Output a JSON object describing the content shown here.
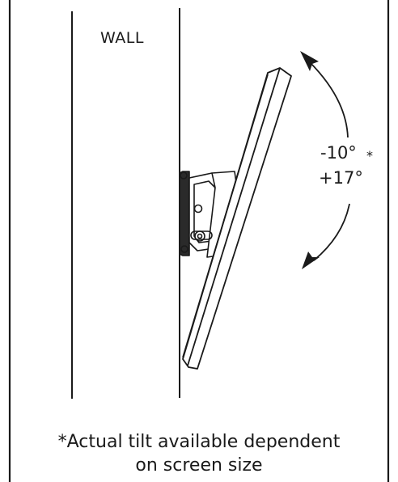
{
  "labels": {
    "wall": "WALL",
    "tilt_down": "-10°",
    "tilt_asterisk": "*",
    "tilt_up": "+17°"
  },
  "footnote": {
    "line1": "*Actual tilt available dependent",
    "line2": "on screen size"
  },
  "colors": {
    "line": "#1a1a1a",
    "background": "#ffffff"
  },
  "icons": {
    "tilt_arrow": "curved-double-arrow-icon"
  }
}
